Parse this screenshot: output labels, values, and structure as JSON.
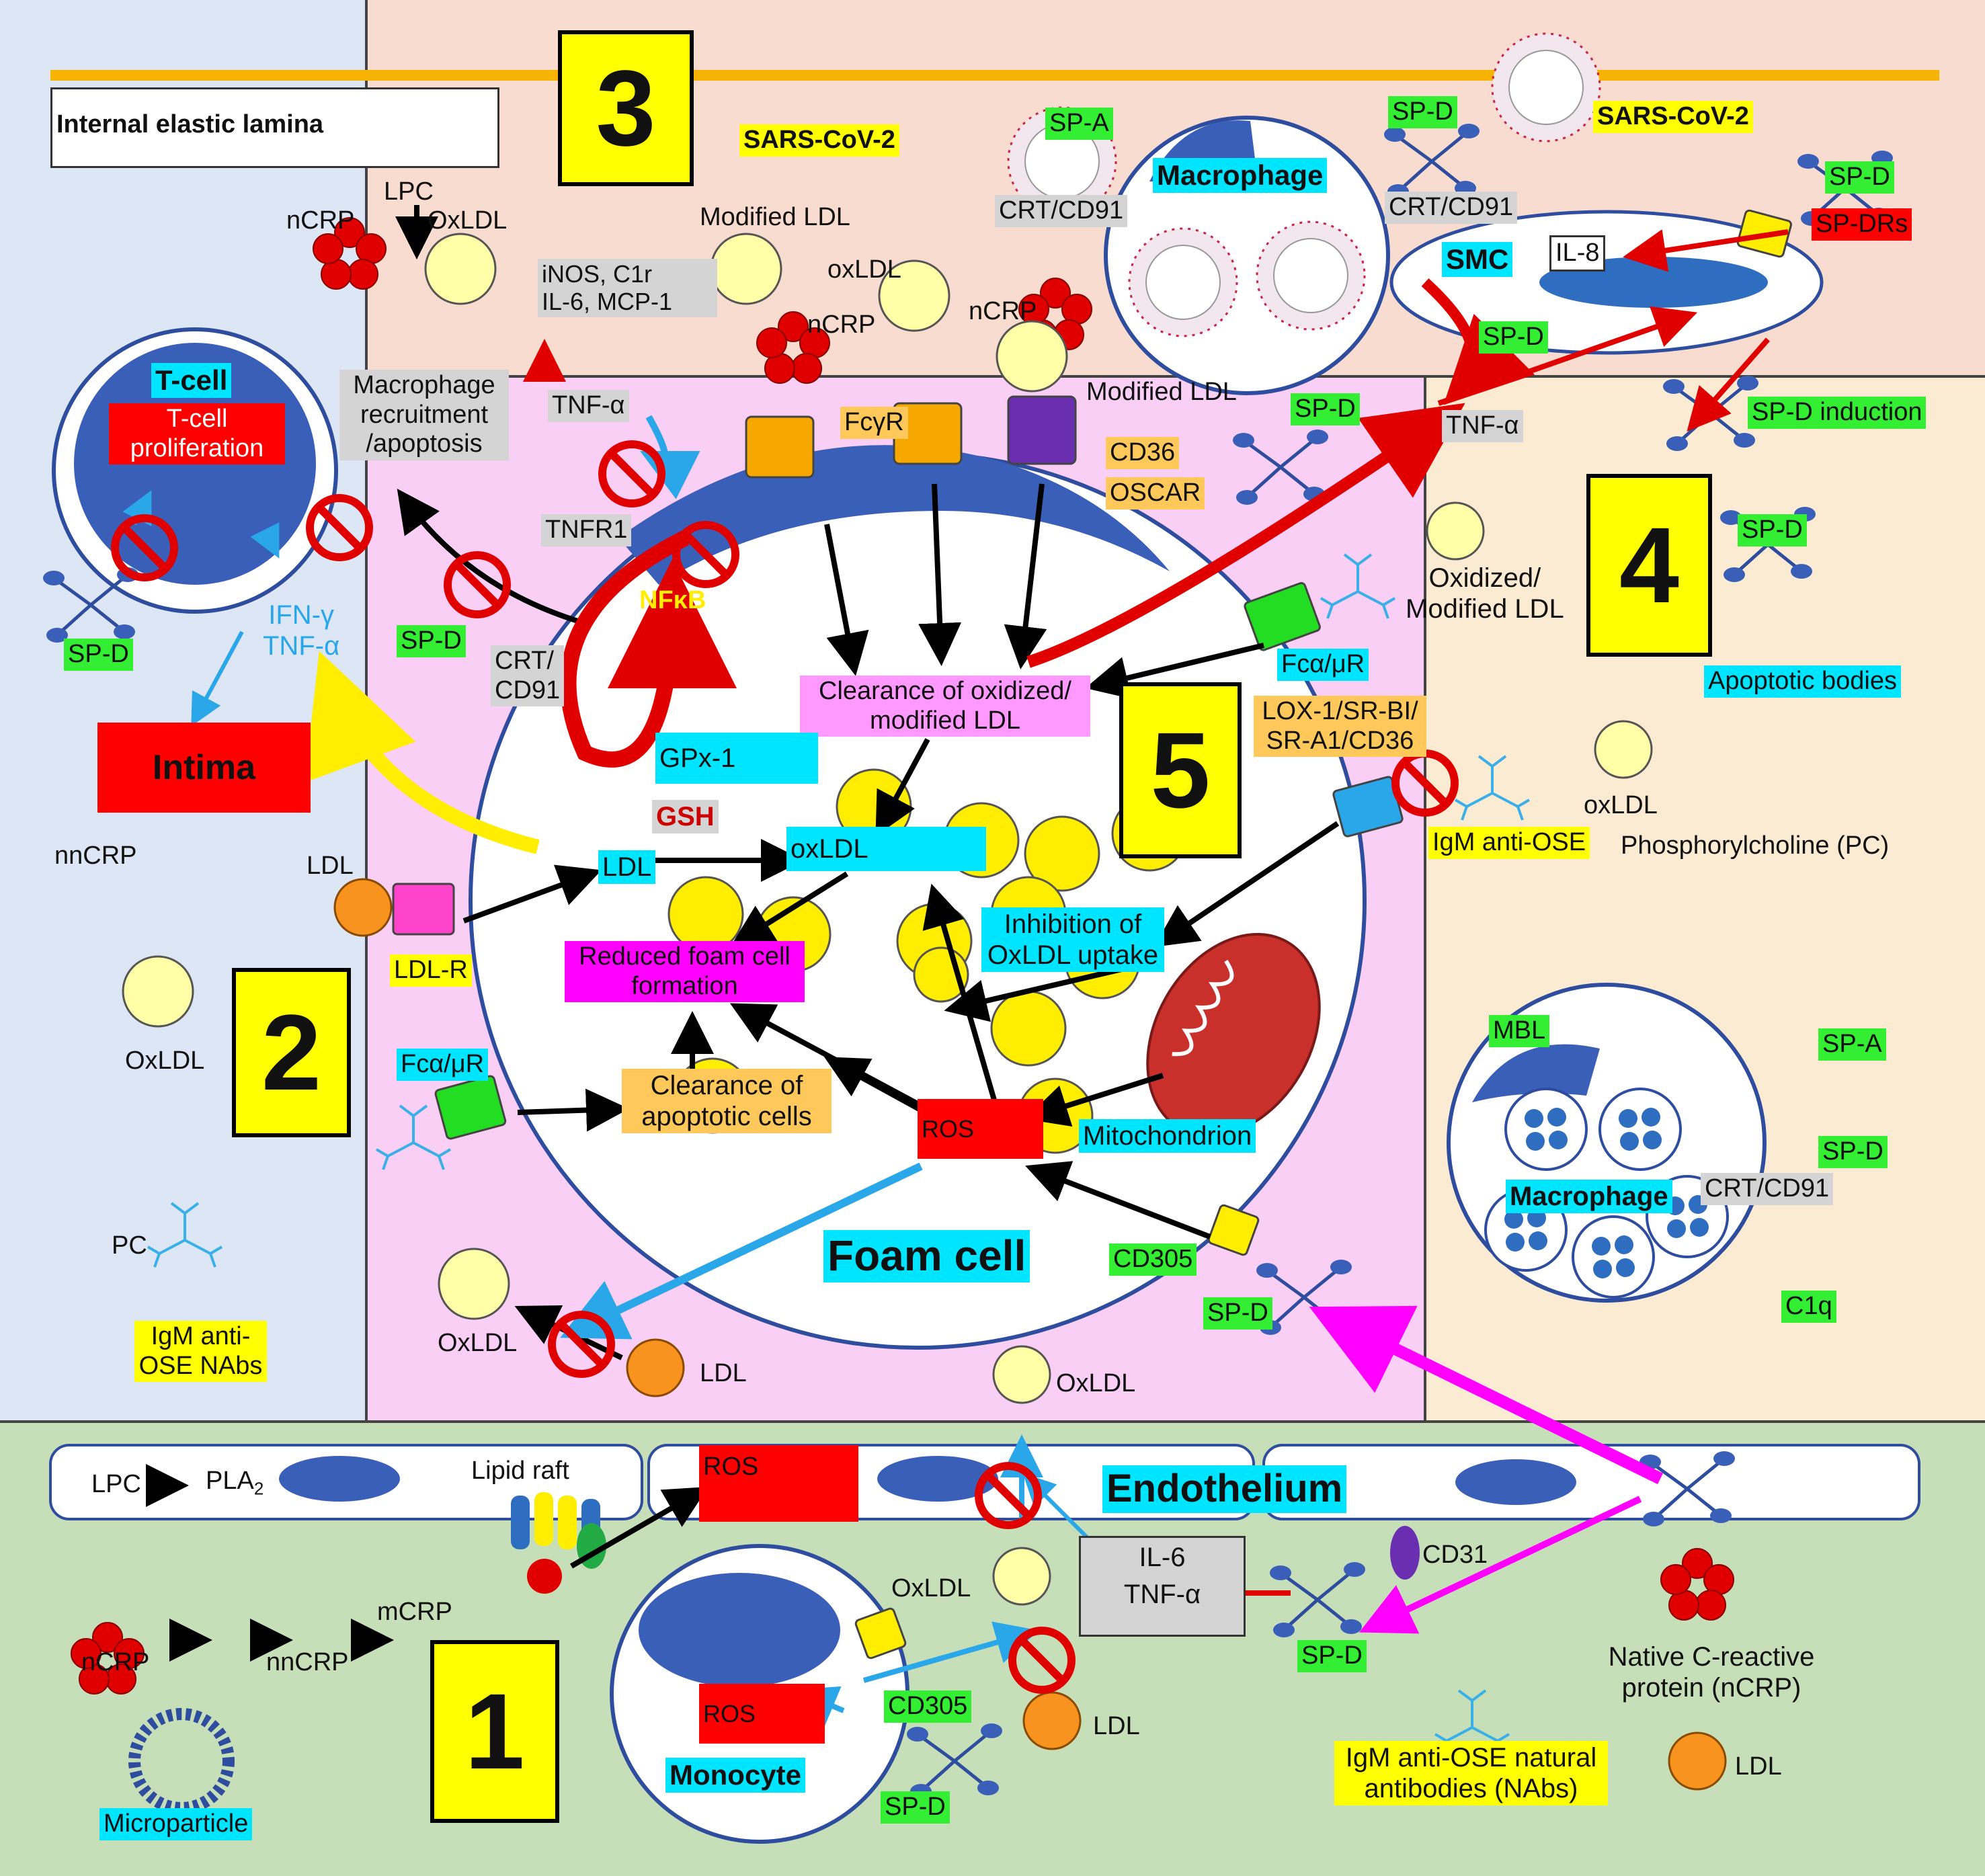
{
  "regions": {
    "r1": "1",
    "r2": "2",
    "r3": "3",
    "r4": "4",
    "r5": "5"
  },
  "labels": {
    "internal_elastic_lamina": "Internal elastic lamina",
    "intima": "Intima",
    "lpc_top": "LPC",
    "ncrp_top": "nCRP",
    "oxldl_top": "OxLDL",
    "inos_line1": "iNOS, C1r",
    "inos_line2": "IL-6, MCP-1",
    "modified_ldl_top": "Modified LDL",
    "oxldl_lower": "oxLDL",
    "ncrp_mid": "nCRP",
    "ncrp_right": "nCRP",
    "sars_left": "SARS-CoV-2",
    "sars_right": "SARS-CoV-2",
    "spa_top": "SP-A",
    "spa": "SP-A",
    "crt_cd91_a": "CRT/CD91",
    "crt_cd91_b": "CRT/CD91",
    "crt_cd91_c": "CRT/CD91",
    "macrophage": "Macrophage",
    "spd": "SP-D",
    "spdrs": "SP-DRs",
    "il8": "IL-8",
    "smc": "SMC",
    "tnf_alpha": "TNF-α",
    "spd_induction": "SP-D induction",
    "t_cell": "T-cell",
    "t_cell_prolif_1": "T-cell",
    "t_cell_prolif_2": "proliferation",
    "macro_recruit_1": "Macrophage",
    "macro_recruit_2": "recruitment",
    "macro_recruit_3": "/apoptosis",
    "tnfr1": "TNFR1",
    "ifn_gamma": "IFN-γ",
    "crt_slash": "CRT/",
    "cd91": "CD91",
    "nfkb": "NFκB",
    "fcyr": "FcγR",
    "cd36": "CD36",
    "oscar": "OSCAR",
    "oxidized_ldl_1": "Oxidized/",
    "oxidized_ldl_2": "Modified LDL",
    "fca_mur": "Fcα/μR",
    "clearance_ox_1": "Clearance of oxidized/",
    "clearance_ox_2": "modified LDL",
    "lox1_1": "LOX-1/SR-BI/",
    "lox1_2": "SR-A1/CD36",
    "gpx1": "GPx-1",
    "gsh": "GSH",
    "ldl": "LDL",
    "oxldl_down": "oxLDL",
    "reduced_foam_1": "Reduced foam cell",
    "reduced_foam_2": "formation",
    "inhibit_1": "Inhibition of",
    "inhibit_2": "OxLDL uptake",
    "igm_anti_ose": "IgM anti-OSE",
    "phosphorylcholine": "Phosphorylcholine (PC)",
    "apoptotic_bodies": "Apoptotic bodies",
    "clearance_apo_1": "Clearance of",
    "clearance_apo_2": "apoptotic cells",
    "ros_down": "ROS",
    "ros_up": "ROS",
    "mitochondrion": "Mitochondrion",
    "foam_cell": "Foam cell",
    "cd305": "CD305",
    "mbl": "MBL",
    "c1q": "C1q",
    "nncrp": "nnCRP",
    "ldl_r": "LDL-R",
    "oxldl": "OxLDL",
    "pc": "PC",
    "igm_nabs_1": "IgM anti-",
    "igm_nabs_2": "OSE NAbs",
    "lpc": "LPC",
    "pla": "PLA",
    "pla_sub": "2",
    "lipid_raft": "Lipid raft",
    "endothelium": "Endothelium",
    "mcrp": "mCRP",
    "ncrp": "nCRP",
    "il6": "IL-6",
    "cd31": "CD31",
    "native_crp_1": "Native C-reactive",
    "native_crp_2": "protein (nCRP)",
    "igm_natural_1": "IgM anti-OSE natural",
    "igm_natural_2": "antibodies (NAbs)",
    "monocyte": "Monocyte",
    "microparticle": "Microparticle"
  }
}
